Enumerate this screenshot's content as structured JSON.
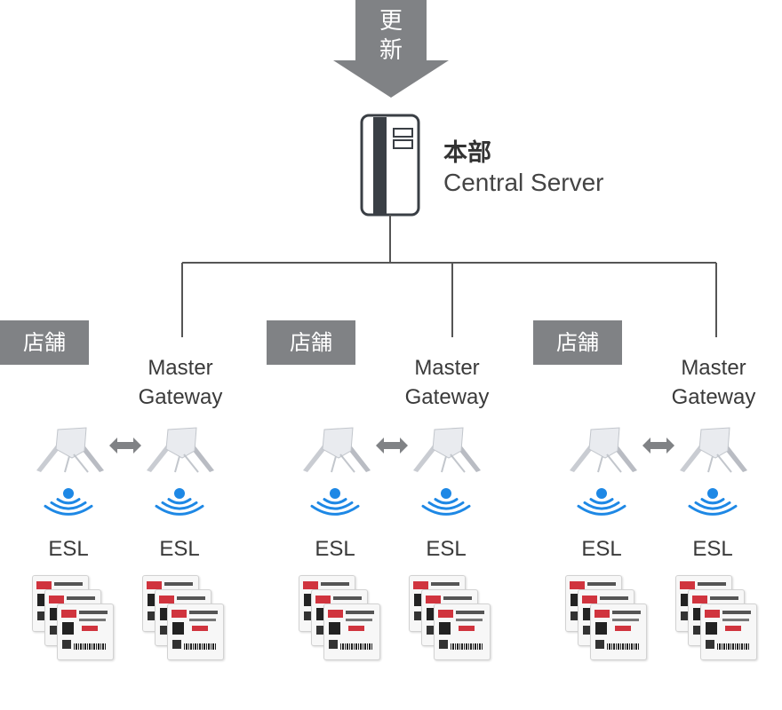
{
  "update": {
    "line1": "更",
    "line2": "新"
  },
  "hq": {
    "title": "本部",
    "subtitle": "Central Server"
  },
  "stores": [
    {
      "store_label": "店舗",
      "gateway_line1": "Master",
      "gateway_line2": "Gateway",
      "esl_left": "ESL",
      "esl_right": "ESL"
    },
    {
      "store_label": "店舗",
      "gateway_line1": "Master",
      "gateway_line2": "Gateway",
      "esl_left": "ESL",
      "esl_right": "ESL"
    },
    {
      "store_label": "店舗",
      "gateway_line1": "Master",
      "gateway_line2": "Gateway",
      "esl_left": "ESL",
      "esl_right": "ESL"
    }
  ],
  "colors": {
    "gray_block": "#808285",
    "line": "#555555",
    "wifi": "#1e88e5",
    "price_red": "#d0343e",
    "server_stripe": "#3a3f45"
  }
}
